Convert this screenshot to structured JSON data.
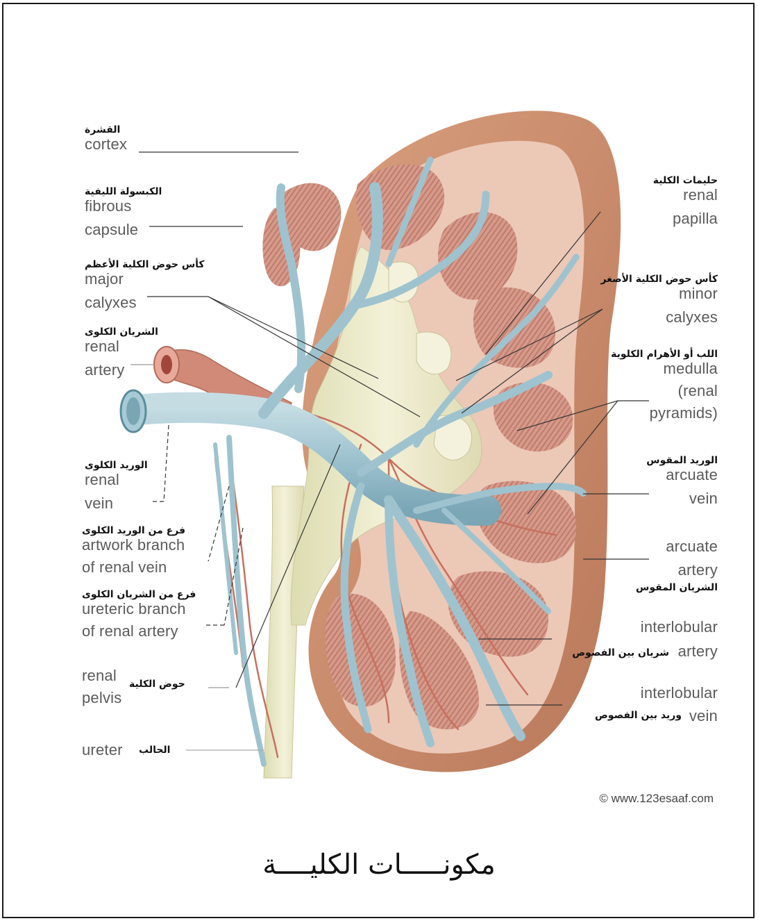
{
  "labels_left": [
    {
      "ar": "القشرة",
      "en": [
        "cortex"
      ]
    },
    {
      "ar": "الكبسولة الليفية",
      "en": [
        "fibrous",
        "capsule"
      ]
    },
    {
      "ar": "كأس حوض الكلية الأعظم",
      "en": [
        "major",
        "calyxes"
      ]
    },
    {
      "ar": "الشريان الكلوى",
      "en": [
        "renal",
        "artery"
      ]
    },
    {
      "ar": "الوريد الكلوى",
      "en": [
        "renal",
        "vein"
      ]
    },
    {
      "ar": "فرع من الوريد الكلوى",
      "en": [
        "artwork branch",
        "of renal vein"
      ]
    },
    {
      "ar": "فرع من الشريان الكلوى",
      "en": [
        "ureteric branch",
        "of renal artery"
      ]
    },
    {
      "ar": "حوض الكلية",
      "en": [
        "renal",
        "pelvis"
      ]
    },
    {
      "ar": "الحالب",
      "en": [
        "ureter"
      ]
    }
  ],
  "labels_right": [
    {
      "ar": "حليمات الكلية",
      "en": [
        "renal",
        "papilla"
      ]
    },
    {
      "ar": "كأس حوض الكلية الأصغر",
      "en": [
        "minor",
        "calyxes"
      ]
    },
    {
      "ar": "اللب أو الأهرام الكلوية",
      "en": [
        "medulla",
        "(renal",
        "pyramids)"
      ]
    },
    {
      "ar": "الوريد المقوس",
      "en": [
        "arcuate",
        "vein"
      ]
    },
    {
      "ar": "الشريان المقوس",
      "en": [
        "arcuate",
        "artery"
      ]
    },
    {
      "ar": "شريان بين الفصوص",
      "en": [
        "interlobular",
        "artery"
      ]
    },
    {
      "ar": "وريد بين الفصوص",
      "en": [
        "interlobular",
        "vein"
      ]
    }
  ],
  "copyright": "© www.123esaaf.com",
  "title": "مكونـــــات الكليــــة",
  "colors": {
    "capsule": "#c98c6c",
    "cortex": "#ebc7b6",
    "pyramid": "#d79a8a",
    "vein": "#9ec3cf",
    "artery": "#c7705e",
    "pelvis": "#eae7c6",
    "leader": "#333333"
  }
}
